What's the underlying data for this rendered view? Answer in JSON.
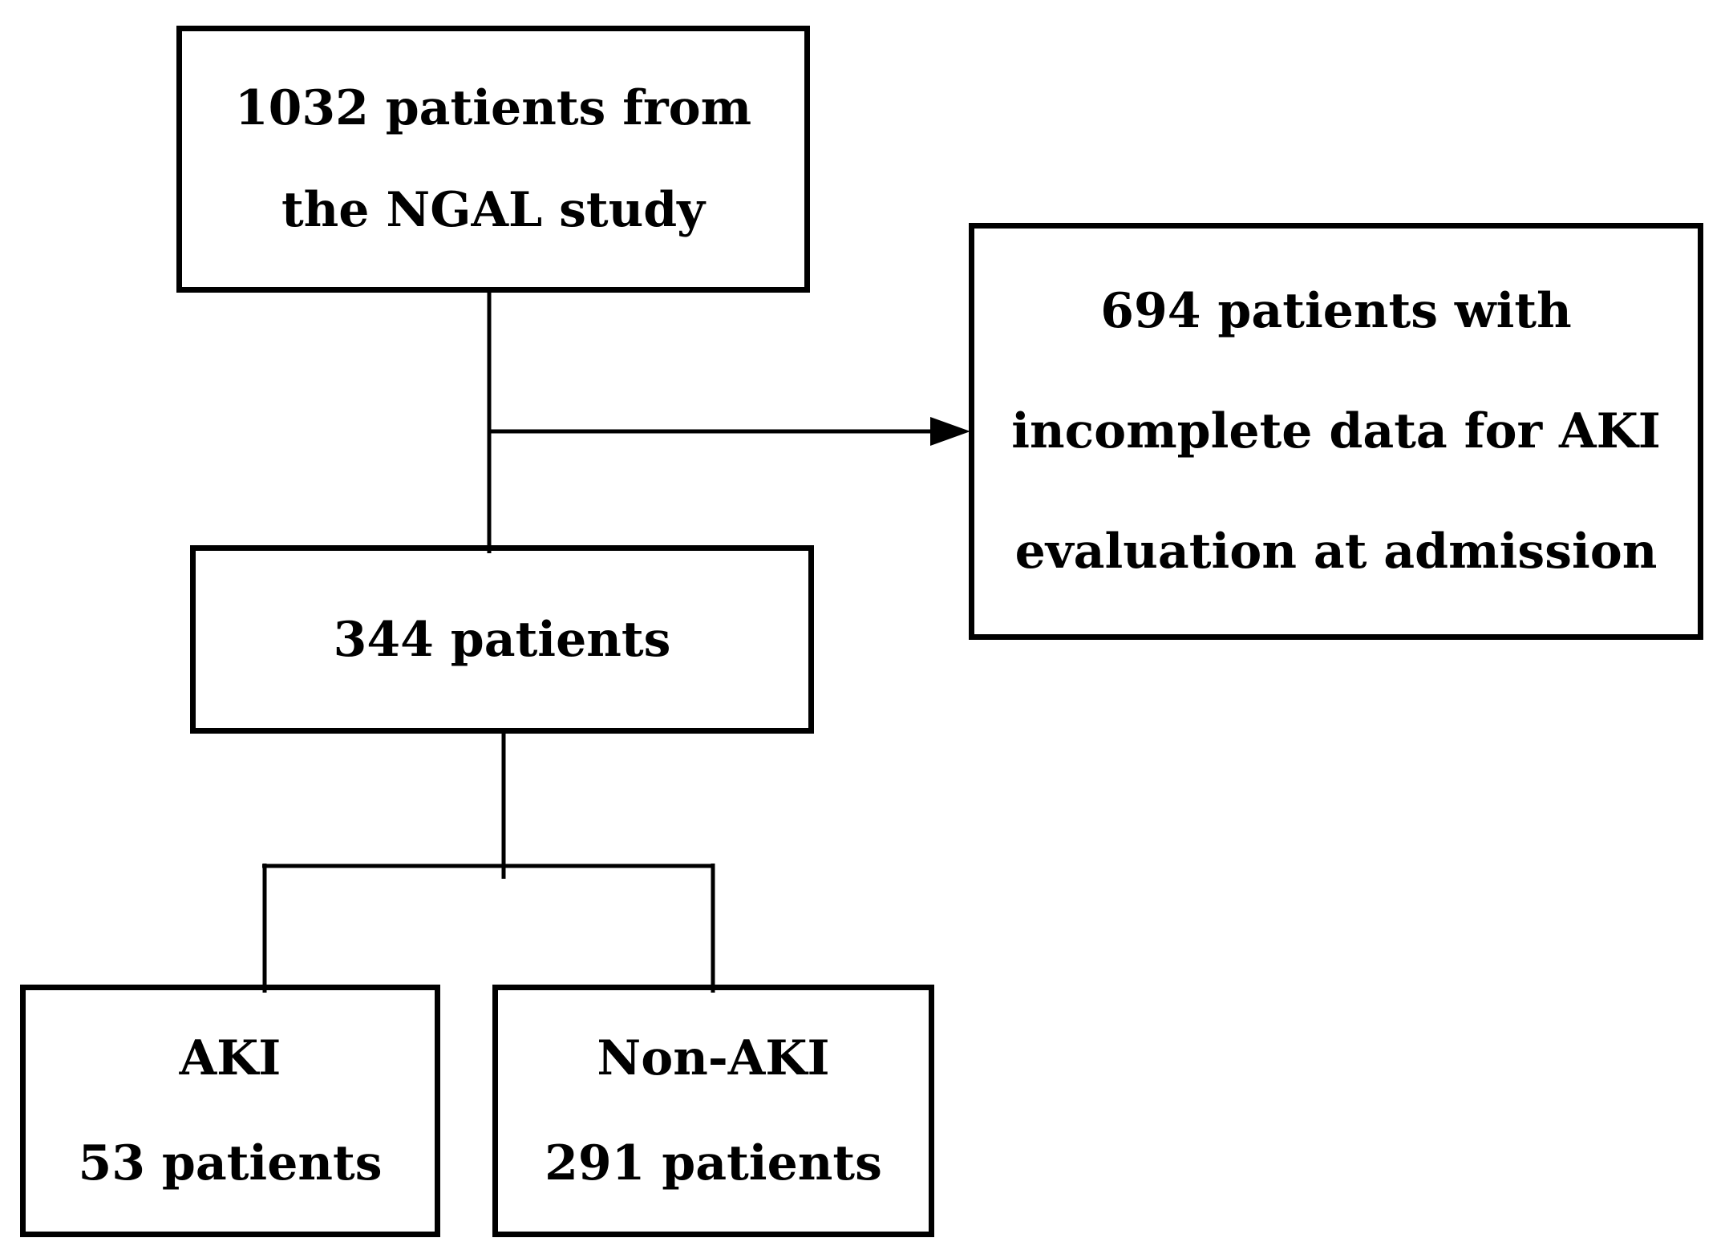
{
  "colors": {
    "background": "#ffffff",
    "line": "#000000",
    "text": "#000000",
    "box_border": "#000000"
  },
  "flowchart": {
    "boxes": {
      "source": {
        "lines": [
          "1032 patients from",
          "the NGAL study"
        ]
      },
      "excluded": {
        "lines": [
          "694 patients with",
          "incomplete data for AKI",
          "evaluation at admission"
        ]
      },
      "included": {
        "lines": [
          "344 patients"
        ]
      },
      "aki": {
        "lines": [
          "AKI",
          "53 patients"
        ]
      },
      "non_aki": {
        "lines": [
          "Non-AKI",
          "291 patients"
        ]
      }
    }
  }
}
